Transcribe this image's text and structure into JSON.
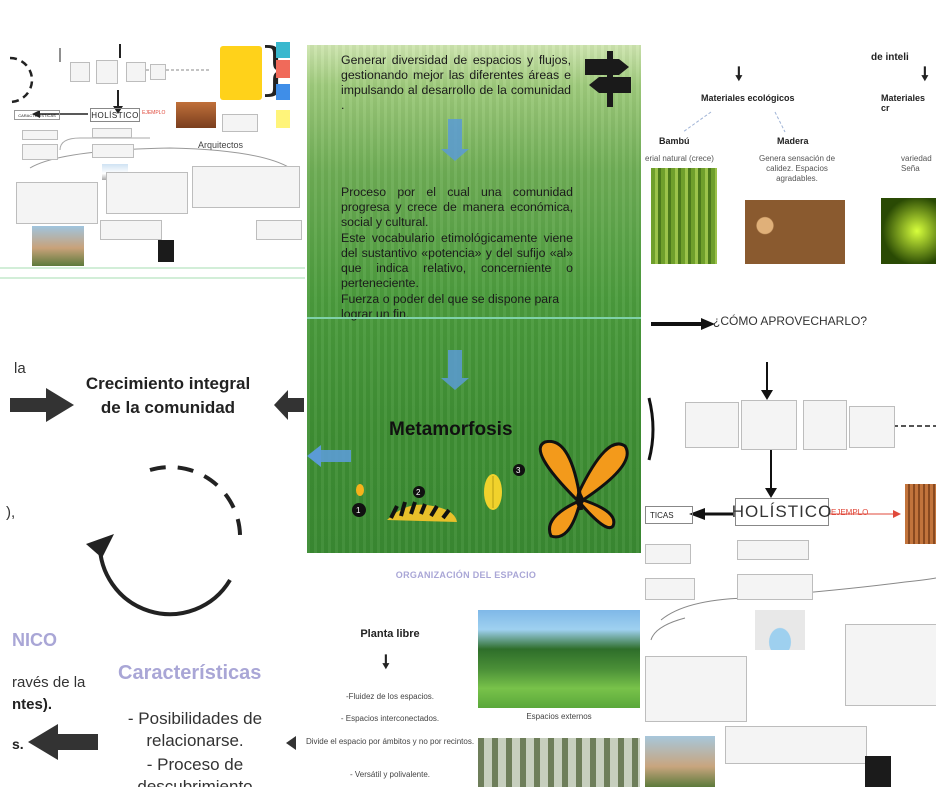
{
  "top_left_diagram": {
    "holistico": "HOLÍSTICO",
    "ejemplo": "EJEMPLO",
    "caracteristicas": "CARACTERÍSTICAS",
    "arquitectos": "Arquitectos"
  },
  "green_slide": {
    "para1": "Generar diversidad de espacios y flujos, gestionando mejor las diferentes áreas e impulsando al desarrollo de la comunidad .",
    "para2": "Proceso por el cual una comunidad progresa y crece de manera económica, social y cultural.",
    "para3": "Este vocabulario etimológicamente viene del sustantivo «potencia» y del sufijo «al» que indica relativo, concerniente o perteneciente.",
    "para4": "Fuerza o poder del que se dispone para lograr un fin.",
    "metamorfosis": "Metamorfosis",
    "stage_numbers": [
      "1",
      "2",
      "3"
    ]
  },
  "materials": {
    "header_partial": "de inteli",
    "title": "Materiales ecológicos",
    "title2_partial": "Materiales cr",
    "bambu_title": "Bambú",
    "bambu_desc": "erial natural (crece)",
    "madera_title": "Madera",
    "madera_desc": "Genera sensación de calidez. Espacios agradables.",
    "third_desc_partial": "variedad Seña"
  },
  "right_diagram": {
    "question": "¿CÓMO APROVECHARLO?",
    "holistico": "HOLÍSTICO",
    "ejemplo": "EJEMPLO",
    "ticas": "TICAS"
  },
  "bottom_left": {
    "partial_la": "la",
    "crecimiento_line1": "Crecimiento integral",
    "crecimiento_line2": "de la comunidad",
    "partial_o": "),",
    "nico": "NICO",
    "caracteristicas": "Características",
    "traves": "ravés de la",
    "ntes": "ntes).",
    "s_dot": "s.",
    "posibilidades": "- Posibilidades de relacionarse.",
    "proceso": "- Proceso de descubrimiento"
  },
  "bottom_middle": {
    "organizacion": "ORGANIZACIÓN DEL ESPACIO",
    "planta_libre": "Planta libre",
    "items": [
      "-Fluidez de los espacios.",
      "- Espacios interconectados.",
      "Divide el espacio por ámbitos y no por recintos.",
      "- Versátil y polivalente."
    ],
    "espacios_externos": "Espacios externos"
  },
  "colors": {
    "orange": "#f39a1b",
    "blue_arrow": "#5b9bd5",
    "purple_heading": "#a9a6d6",
    "red": "#e0493b",
    "green_bg": "#4b9c3d"
  }
}
